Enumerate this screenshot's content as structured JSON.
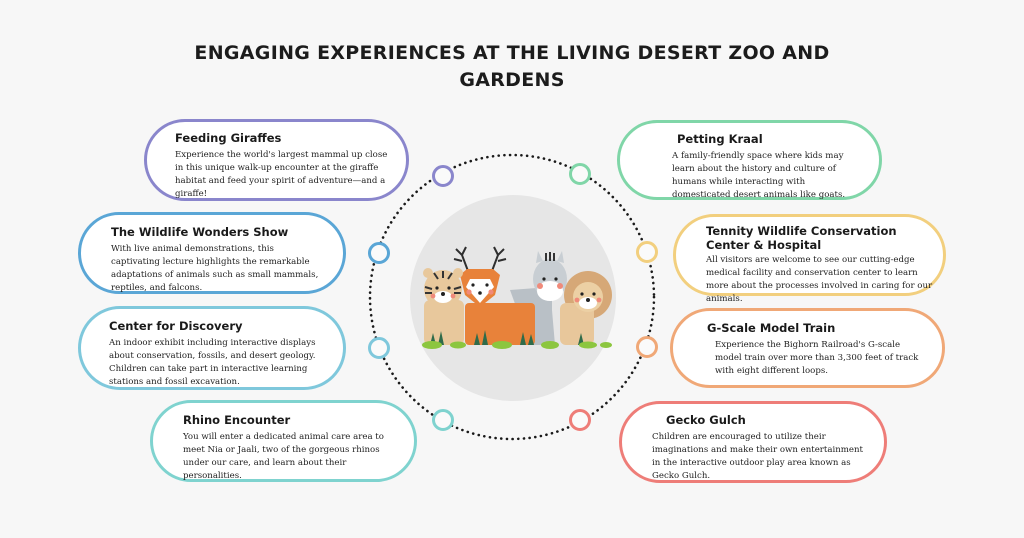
{
  "title": "ENGAGING EXPERIENCES AT THE LIVING DESERT ZOO AND GARDENS",
  "center": {
    "illustration": "cartoon-animals (tiger, deer, zebra, lion)"
  },
  "colors": {
    "background": "#f7f7f7",
    "purple": "#8a86cc",
    "blue": "#5aa6d6",
    "light_blue": "#7fc8dc",
    "teal": "#7fd3cf",
    "green": "#80d6a8",
    "yellow": "#f2cf7e",
    "orange": "#f0a877",
    "red": "#ee7d78"
  },
  "left_items": [
    {
      "title": "Feeding Giraffes",
      "description": "Experience the world's largest mammal up close in this unique walk-up encounter at the giraffe habitat and feed your spirit of adventure—and a giraffe!",
      "color": "#8a86cc"
    },
    {
      "title": "The Wildlife Wonders Show",
      "description": "With live animal demonstrations, this captivating lecture highlights the remarkable adaptations of animals such as small mammals, reptiles, and falcons.",
      "color": "#5aa6d6"
    },
    {
      "title": "Center for Discovery",
      "description": "An indoor exhibit including interactive displays about conservation, fossils, and desert geology. Children can take part in interactive learning stations and fossil excavation.",
      "color": "#7fc8dc"
    },
    {
      "title": "Rhino Encounter",
      "description": "You will enter a dedicated animal care area to meet Nia or Jaali, two of the gorgeous rhinos under our care, and learn about their personalities.",
      "color": "#7fd3cf"
    }
  ],
  "right_items": [
    {
      "title": "Petting Kraal",
      "description": "A family-friendly space where kids may learn about the history and culture of humans while interacting with domesticated desert animals like goats.",
      "color": "#80d6a8"
    },
    {
      "title": "Tennity Wildlife Conservation Center & Hospital",
      "description": "All visitors are welcome to see our cutting-edge medical facility and conservation center to learn more about the processes involved in caring for our animals.",
      "color": "#f2cf7e"
    },
    {
      "title": "G-Scale Model Train",
      "description": "Experience the Bighorn Railroad's G-scale model train over more than 3,300 feet of track with eight different loops.",
      "color": "#f0a877"
    },
    {
      "title": "Gecko Gulch",
      "description": "Children are encouraged to utilize their imaginations and make their own entertainment in the interactive outdoor play area known as Gecko Gulch.",
      "color": "#ee7d78"
    }
  ]
}
